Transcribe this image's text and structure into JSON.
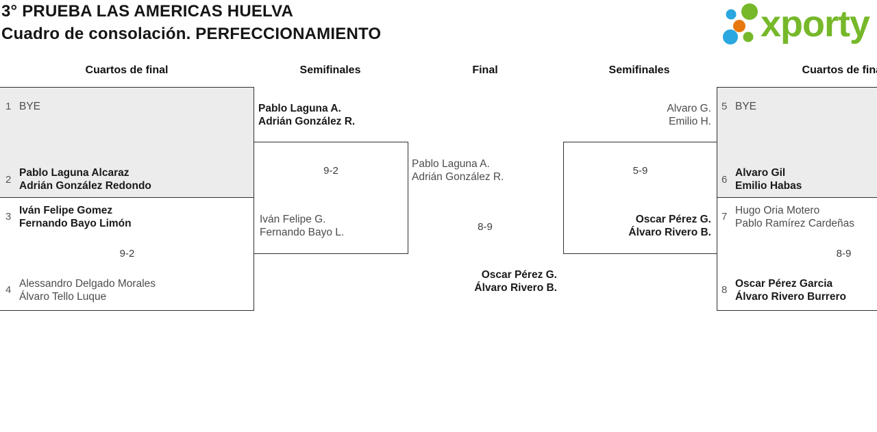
{
  "header": {
    "title_line1": "3° PRUEBA LAS AMERICAS HUELVA",
    "title_line2": "Cuadro de consolación. PERFECCIONAMIENTO"
  },
  "logo": {
    "text": "xporty",
    "colors": {
      "green": "#76b82a",
      "blue": "#2aa7df",
      "orange": "#e8790f"
    }
  },
  "round_headers": [
    "Cuartos de final",
    "Semifinales",
    "Final",
    "Semifinales",
    "Cuartos de final"
  ],
  "matches": {
    "qf1": {
      "seed_top": "1",
      "team_top_p1": "BYE",
      "seed_bottom": "2",
      "team_bottom_p1": "Pablo Laguna Alcaraz",
      "team_bottom_p2": "Adrián González Redondo"
    },
    "qf2": {
      "seed_top": "3",
      "team_top_p1": "Iván Felipe Gomez",
      "team_top_p2": "Fernando Bayo Limón",
      "score": "9-2",
      "seed_bottom": "4",
      "team_bottom_p1": "Alessandro Delgado Morales",
      "team_bottom_p2": "Álvaro Tello Luque"
    },
    "sf1": {
      "team_top_p1": "Pablo Laguna A.",
      "team_top_p2": "Adrián González R.",
      "score": "9-2",
      "team_bottom_p1": "Iván Felipe G.",
      "team_bottom_p2": "Fernando Bayo L."
    },
    "final": {
      "team_top_p1": "Pablo Laguna A.",
      "team_top_p2": "Adrián González R.",
      "score": "8-9",
      "team_bottom_p1": "Oscar Pérez G.",
      "team_bottom_p2": "Álvaro Rivero B."
    },
    "sf2": {
      "team_top_p1": "Alvaro G.",
      "team_top_p2": "Emilio H.",
      "score": "5-9",
      "team_bottom_p1": "Oscar Pérez G.",
      "team_bottom_p2": "Álvaro Rivero B."
    },
    "qf3": {
      "seed_top": "5",
      "team_top_p1": "BYE",
      "seed_bottom": "6",
      "team_bottom_p1": "Alvaro Gil",
      "team_bottom_p2": "Emilio Habas"
    },
    "qf4": {
      "seed_top": "7",
      "team_top_p1": "Hugo Oria Motero",
      "team_top_p2": "Pablo Ramírez Cardeñas",
      "score": "8-9",
      "seed_bottom": "8",
      "team_bottom_p1": "Oscar Pérez Garcia",
      "team_bottom_p2": "Álvaro Rivero Burrero"
    }
  }
}
